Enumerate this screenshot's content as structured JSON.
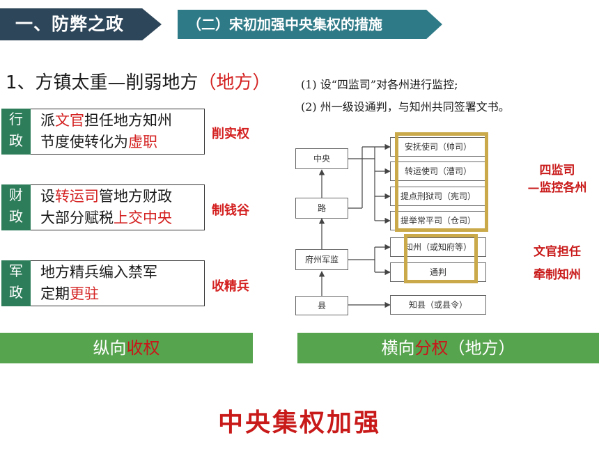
{
  "header": {
    "tab1": "一、防弊之政",
    "tab2": "（二）宋初加强中央集权的措施"
  },
  "heading": {
    "main": "1、方镇太重—削弱地方",
    "red": "（地方）"
  },
  "notes": [
    "(1) 设“四监司”对各州进行监控;",
    "(2) 州一级设通判，与知州共同签署文书。"
  ],
  "rows": [
    {
      "label1": "行",
      "label2": "政",
      "l1a": "派",
      "l1b": "文官",
      "l1c": "担任地方知州",
      "l2a": "节度使转化为",
      "l2b": "虚职",
      "side": "削实权"
    },
    {
      "label1": "财",
      "label2": "政",
      "l1a": "设",
      "l1b": "转运司",
      "l1c": "管地方财政",
      "l2a": "大部分赋税",
      "l2b": "上交中央",
      "side": "制钱谷"
    },
    {
      "label1": "军",
      "label2": "政",
      "l1a": "地方精兵编入禁军",
      "l1b": "",
      "l1c": "",
      "l2a": "定期",
      "l2b": "更驻",
      "side": "收精兵"
    }
  ],
  "bars": {
    "left_a": "纵向",
    "left_b": "收权",
    "right_a": "横向",
    "right_b": "分权",
    "right_c": "（地方）"
  },
  "diagram": {
    "zhongyang": "中央",
    "lu": "路",
    "fuzhou": "府州军监",
    "xian": "县",
    "s1": "安抚使司（帅司）",
    "s2": "转运使司（漕司）",
    "s3": "提点刑狱司（宪司）",
    "s4": "提举常平司（仓司）",
    "zhizhou": "知州（或知府等）",
    "tongpan": "通判",
    "zhixian": "知县（或县令）"
  },
  "right_notes": {
    "a1": "四监司",
    "a2": "—监控各州",
    "b1": "文官担任",
    "b2": "牵制知州"
  },
  "footer": "中央集权加强",
  "colors": {
    "dark_tab": "#2e4659",
    "teal_tab": "#2f7a87",
    "green": "#2e7d5a",
    "bar_green": "#57a44e",
    "red": "#d42020",
    "gold": "#c9a94a"
  }
}
